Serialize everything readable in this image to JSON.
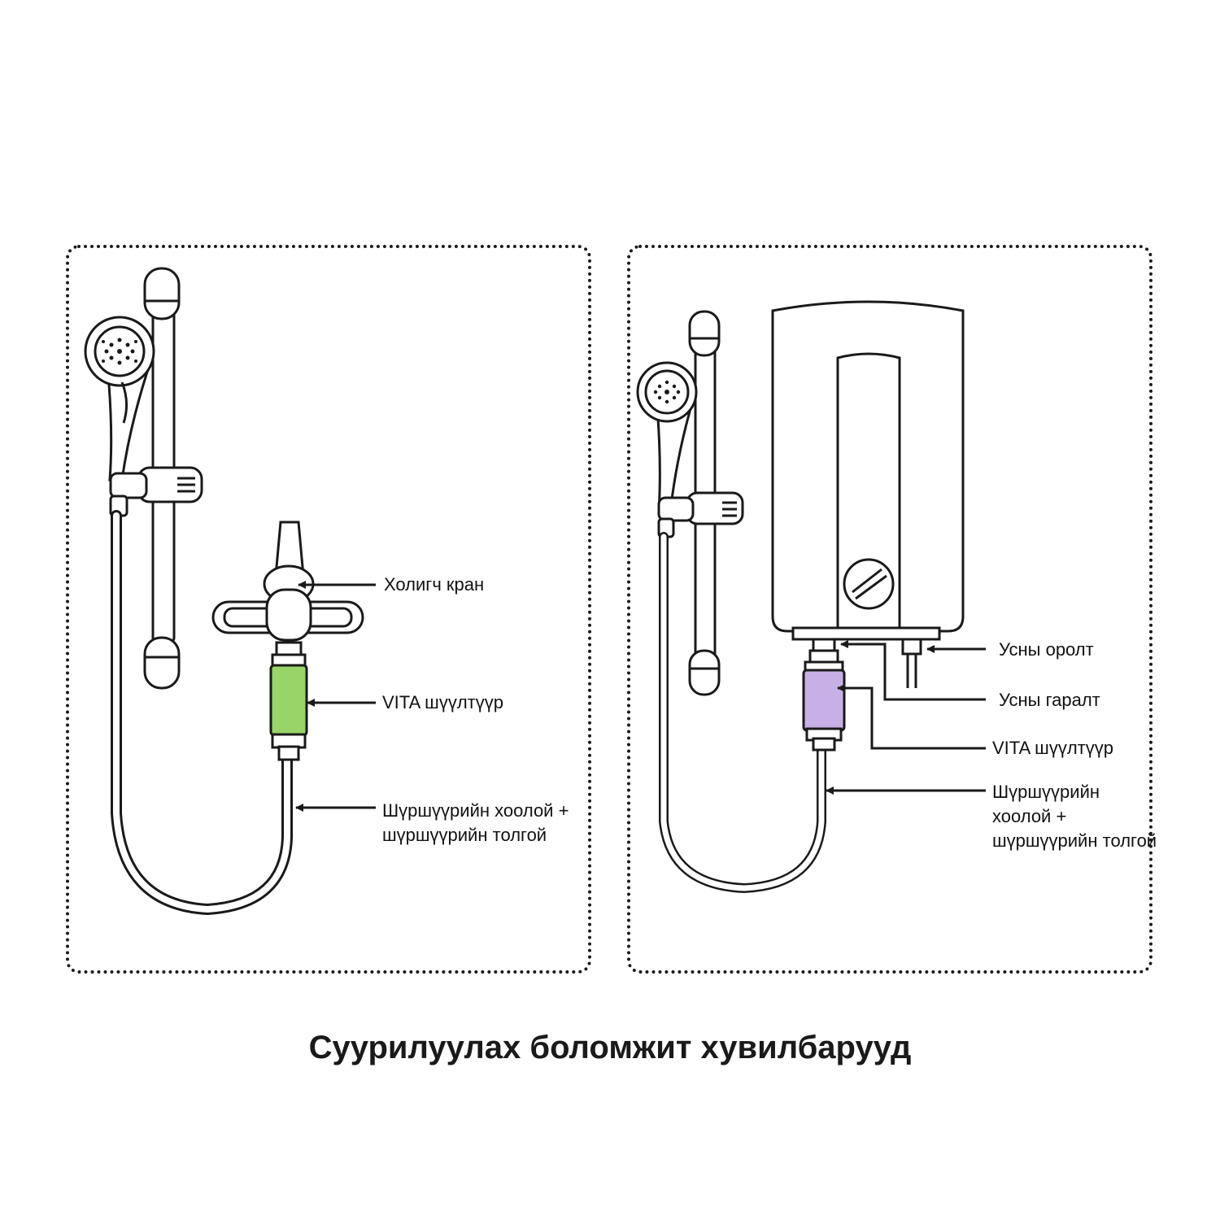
{
  "title": "Суурилуулах боломжит хувилбарууд",
  "colors": {
    "line": "#1a1a1a",
    "vita_filter_left": "#98d467",
    "vita_filter_right": "#c6b0e6",
    "background": "#ffffff"
  },
  "left_panel": {
    "labels": {
      "mixer_tap": "Холигч кран",
      "vita_filter": "VITA шүүлтүүр",
      "hose_line1": "Шүршүүрийн хоолой +",
      "hose_line2": "шүршүүрийн толгой"
    }
  },
  "right_panel": {
    "labels": {
      "water_inlet": "Усны оролт",
      "water_outlet": "Усны гаралт",
      "vita_filter": "VITA шүүлтүүр",
      "hose_line1": "Шүршүүрийн",
      "hose_line2": "хоолой +",
      "hose_line3": "шүршүүрийн толгой"
    }
  }
}
